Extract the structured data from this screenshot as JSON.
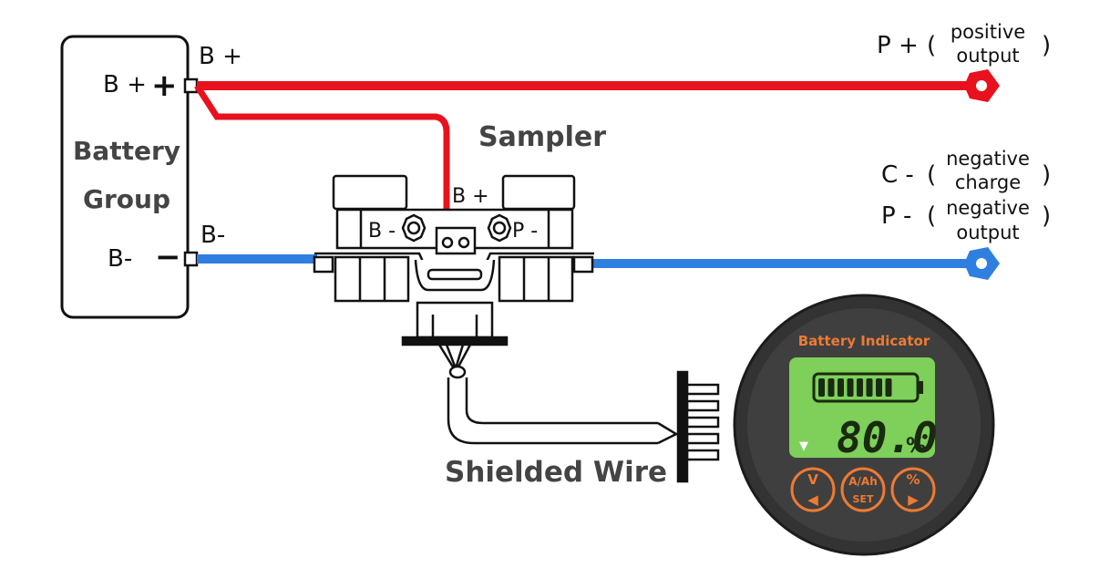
{
  "battery": {
    "title_line1": "Battery",
    "title_line2": "Group",
    "pos_label": "B +",
    "pos_sign": "+",
    "neg_label": "B-",
    "neg_sign": "−",
    "pos_wire_label": "B +",
    "neg_wire_label": "B-"
  },
  "sampler": {
    "title": "Sampler",
    "b_plus": "B +",
    "b_minus": "B -",
    "p_minus": "P -"
  },
  "outputs": {
    "p_plus": {
      "label": "P +",
      "open": "(",
      "line1": "positive",
      "line2": "output",
      "close": ")"
    },
    "c_minus": {
      "label": "C -",
      "open": "(",
      "line1": "negative",
      "line2": "charge",
      "close": ")"
    },
    "p_minus": {
      "label": "P -",
      "open": "(",
      "line1": "negative",
      "line2": "output",
      "close": ")"
    }
  },
  "wire": {
    "label": "Shielded Wire"
  },
  "indicator": {
    "title": "Battery Indicator",
    "reading": "80.0",
    "unit": "%",
    "battery_fill_fraction": 0.8,
    "buttons": [
      {
        "top": "V",
        "bottom": "◀"
      },
      {
        "top": "A/Ah",
        "bottom": "SET"
      },
      {
        "top": "%",
        "bottom": "▶"
      }
    ]
  },
  "colors": {
    "positive_wire": "#e8121f",
    "negative_wire": "#2f7fe0",
    "indicator_body": "#3c3c3c",
    "lcd": "#7ed05a",
    "accent": "#ee7a33"
  }
}
